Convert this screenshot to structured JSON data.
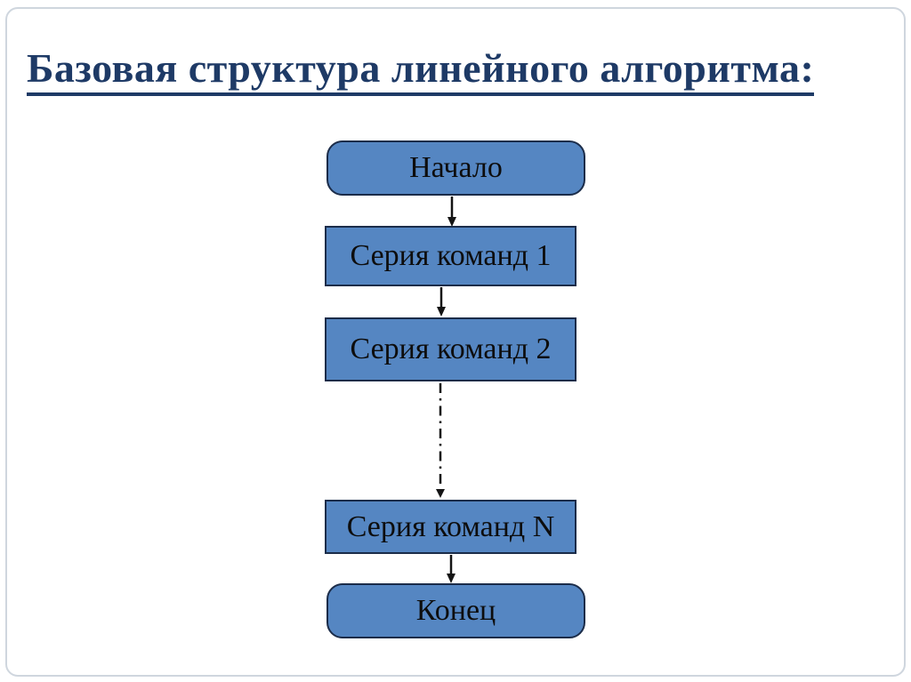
{
  "slide": {
    "title": "Базовая структура линейного алгоритма:",
    "colors": {
      "title": "#1e3a66",
      "node_fill": "#5586c2",
      "node_border": "#1b2c49",
      "node_text": "#0d0d0d",
      "connector": "#141414",
      "frame": "#cfd6de"
    },
    "diagram": {
      "type": "flowchart",
      "direction": "top-to-bottom",
      "nodes": [
        {
          "id": "start",
          "label": "Начало",
          "shape": "rounded-rectangle"
        },
        {
          "id": "series1",
          "label": "Серия команд 1",
          "shape": "rectangle"
        },
        {
          "id": "series2",
          "label": "Серия команд 2",
          "shape": "rectangle"
        },
        {
          "id": "seriesN",
          "label": "Серия команд N",
          "shape": "rectangle"
        },
        {
          "id": "end",
          "label": "Конец",
          "shape": "rounded-rectangle"
        }
      ],
      "connectors": [
        {
          "from": "start",
          "to": "series1",
          "style": "solid-arrow"
        },
        {
          "from": "series1",
          "to": "series2",
          "style": "solid-arrow"
        },
        {
          "from": "series2",
          "to": "seriesN",
          "style": "dash-dot-arrow",
          "meaning": "omitted intermediate steps"
        },
        {
          "from": "seriesN",
          "to": "end",
          "style": "solid-arrow"
        }
      ]
    }
  }
}
